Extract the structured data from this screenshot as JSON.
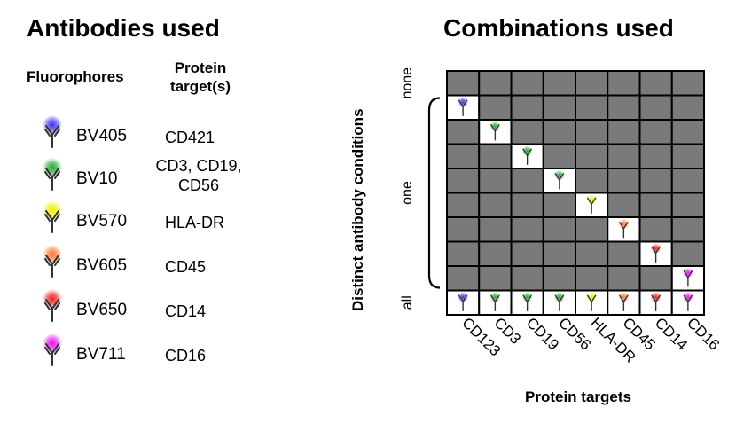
{
  "left_panel": {
    "title": "Antibodies used",
    "col_fluorophores": "Fluorophores",
    "col_targets_line1": "Protein",
    "col_targets_line2": "target(s)",
    "rows": [
      {
        "name": "BV405",
        "target_lines": [
          "CD421"
        ],
        "color": "#4433ee"
      },
      {
        "name": "BV10",
        "target_lines": [
          "CD3, CD19,",
          "CD56"
        ],
        "color": "#22aa33"
      },
      {
        "name": "BV570",
        "target_lines": [
          "HLA-DR"
        ],
        "color": "#eeee00"
      },
      {
        "name": "BV605",
        "target_lines": [
          "CD45"
        ],
        "color": "#ff7733"
      },
      {
        "name": "BV650",
        "target_lines": [
          "CD14"
        ],
        "color": "#ee2222"
      },
      {
        "name": "BV711",
        "target_lines": [
          "CD16"
        ],
        "color": "#ee11ee"
      }
    ]
  },
  "right_panel": {
    "title": "Combinations used",
    "y_axis_label": "Distinct antibody conditions",
    "x_axis_label": "Protein targets",
    "row_group_labels": [
      "none",
      "one",
      "all"
    ],
    "columns": [
      "CD123",
      "CD3",
      "CD19",
      "CD56",
      "HLA-DR",
      "CD45",
      "CD14",
      "CD16"
    ],
    "column_colors": [
      "#4433ee",
      "#22aa33",
      "#22aa33",
      "#22aa33",
      "#eeee00",
      "#ff7733",
      "#ee2222",
      "#ee11ee"
    ],
    "grid_rows": 10,
    "cell_color": "#7a7a7a",
    "border_color": "#000000"
  }
}
